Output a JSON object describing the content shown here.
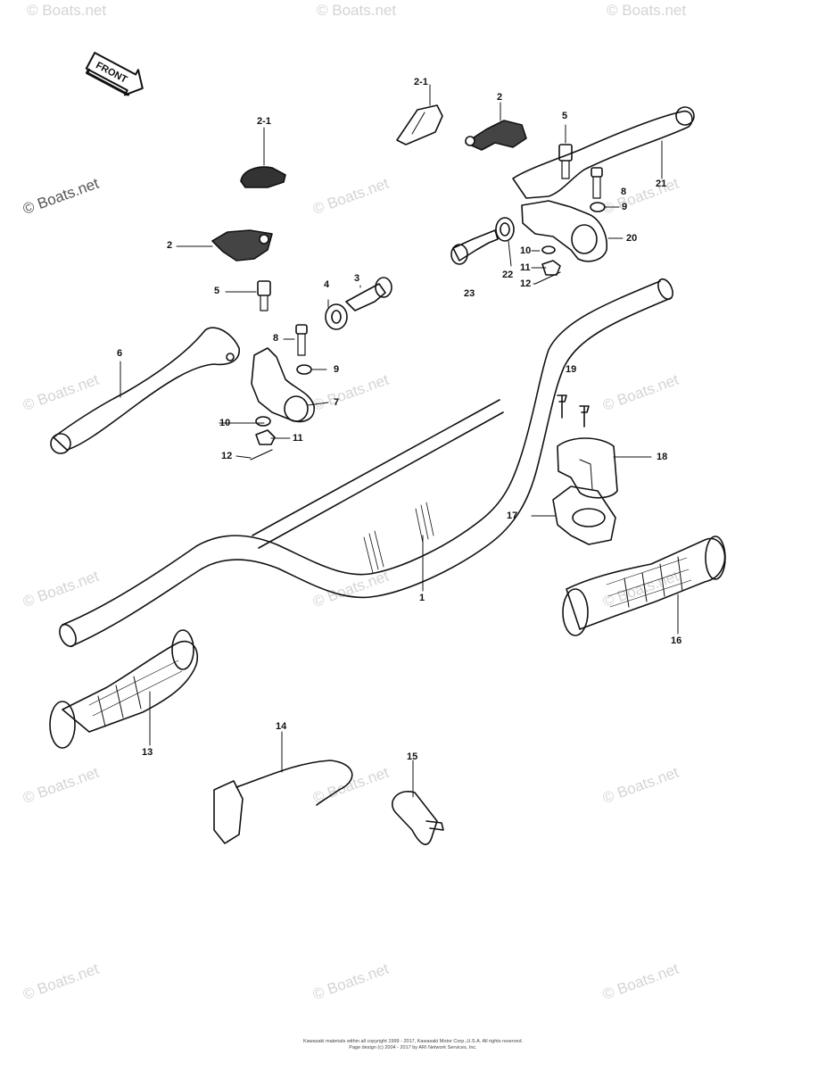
{
  "watermark": "© Boats.net",
  "front_arrow_label": "FRONT",
  "labels": {
    "p2_1_top": "2-1",
    "p2_1_left": "2-1",
    "p2_top": "2",
    "p2_left": "2",
    "p3": "3",
    "p4": "4",
    "p5_top": "5",
    "p5_left": "5",
    "p6": "6",
    "p7": "7",
    "p8_top": "8",
    "p8_left": "8",
    "p9_top": "9",
    "p9_left": "9",
    "p10_top": "10",
    "p10_left": "10",
    "p11_top": "11",
    "p11_left": "11",
    "p12_top": "12",
    "p12_left": "12",
    "p1": "1",
    "p13": "13",
    "p14": "14",
    "p15": "15",
    "p16": "16",
    "p17": "17",
    "p18": "18",
    "p19": "19",
    "p20": "20",
    "p21": "21",
    "p22": "22",
    "p23": "23"
  },
  "footer_line1": "Kawasaki materials within all copyright 1999 - 2017, Kawasaki Motor Corp.,U.S.A.  All rights reserved.",
  "footer_line2": "Page design (c) 2004 - 2017 by ARI Network Services, Inc."
}
